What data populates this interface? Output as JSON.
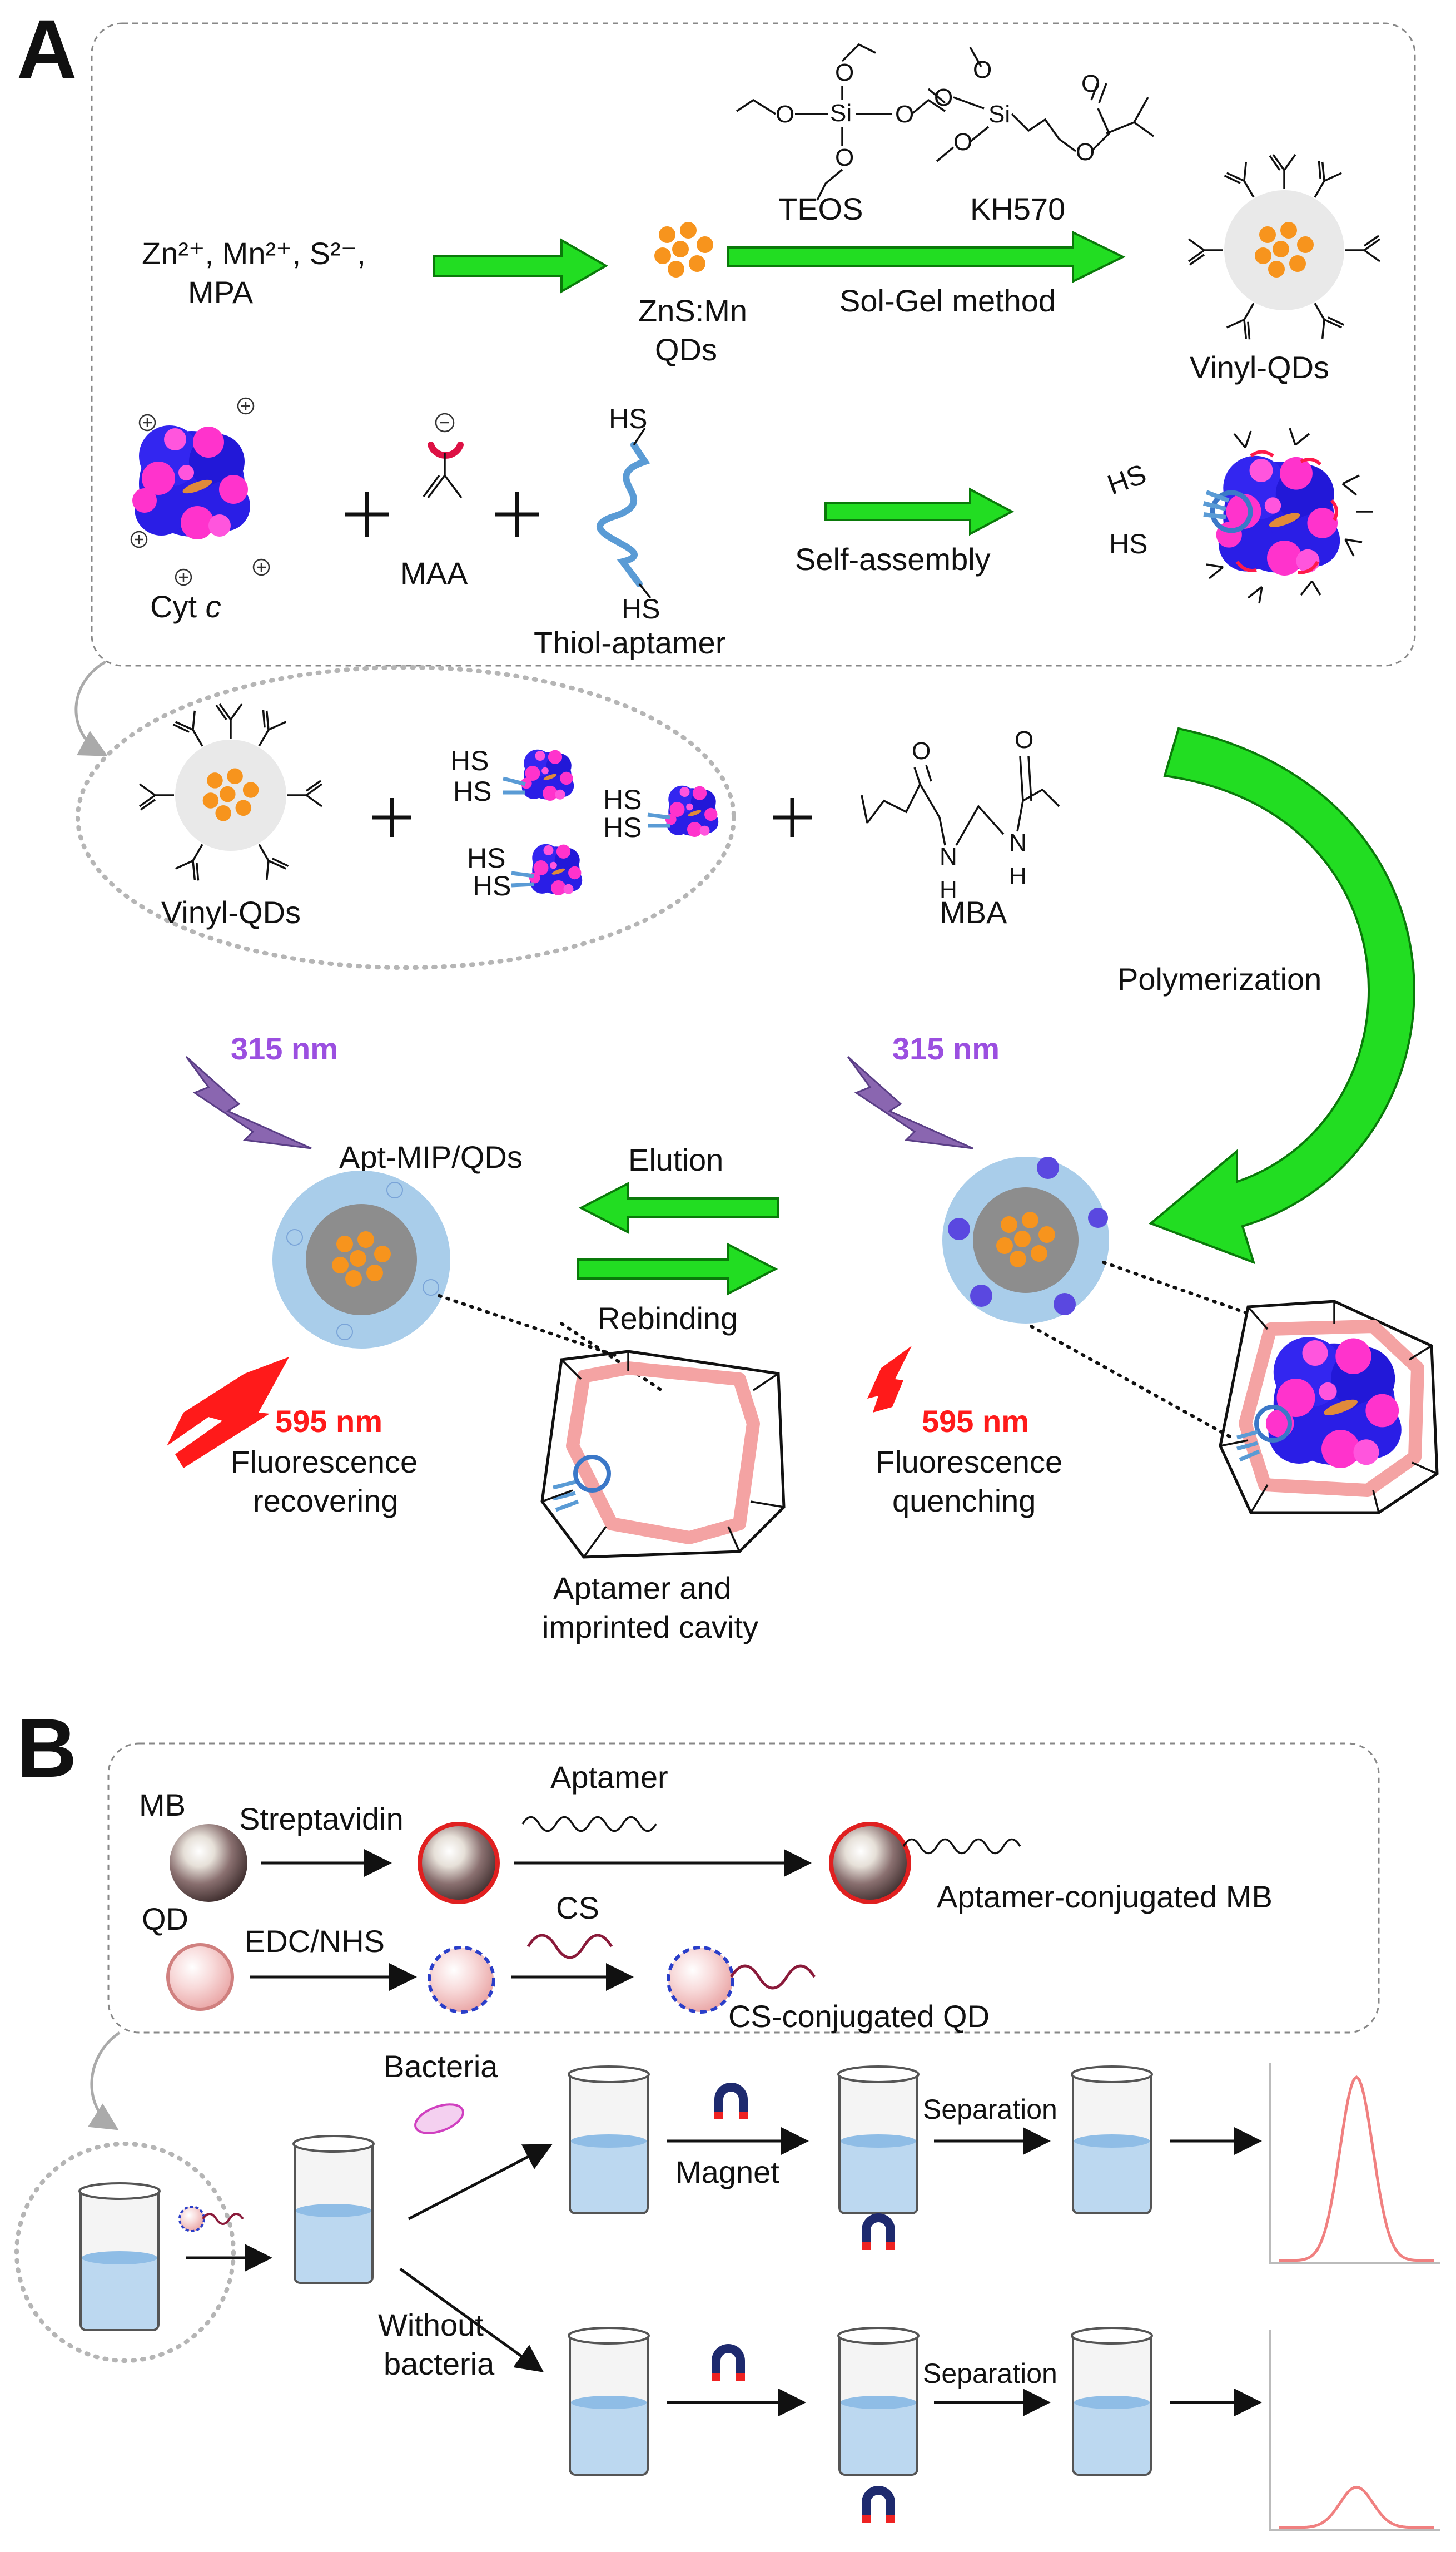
{
  "panels": {
    "a": "A",
    "b": "B"
  },
  "panel_a": {
    "reagents": {
      "line1_text": "Zn²⁺, Mn²⁺, S²⁻,",
      "line2_text": "MPA"
    },
    "qds": {
      "line1": "ZnS:Mn",
      "line2": "QDs"
    },
    "teos": "TEOS",
    "kh570": "KH570",
    "sol_gel": "Sol-Gel method",
    "vinyl_qds": "Vinyl-QDs",
    "cytc": {
      "name": "Cyt ",
      "italic": "c"
    },
    "maa": "MAA",
    "thiol_aptamer": "Thiol-aptamer",
    "hs": "HS",
    "self_assembly": "Self-assembly",
    "vinyl_qds_2": "Vinyl-QDs",
    "mba": "MBA",
    "polymerization": "Polymerization",
    "excitation_left": "315 nm",
    "excitation_right": "315 nm",
    "apt_mip": "Apt-MIP/QDs",
    "elution": "Elution",
    "rebinding": "Rebinding",
    "emission_left": "595 nm",
    "emission_right": "595 nm",
    "fluor_recover": {
      "line1": "Fluorescence",
      "line2": "recovering"
    },
    "fluor_quench": {
      "line1": "Fluorescence",
      "line2": "quenching"
    },
    "cavity": {
      "line1": "Aptamer and",
      "line2": "imprinted cavity"
    },
    "chem_atoms": {
      "si": "Si",
      "o": "O",
      "n": "N",
      "h": "H"
    }
  },
  "panel_b": {
    "mb": "MB",
    "streptavidin": "Streptavidin",
    "aptamer": "Aptamer",
    "aptamer_mb": "Aptamer-conjugated MB",
    "qd": "QD",
    "edc_nhs": "EDC/NHS",
    "cs": "CS",
    "cs_qd": "CS-conjugated QD",
    "bacteria": "Bacteria",
    "magnet": "Magnet",
    "separation_top": "Separation",
    "separation_bottom": "Separation",
    "without_bacteria": {
      "line1": "Without",
      "line2": "bacteria"
    }
  },
  "colors": {
    "arrow_green": "#22dd22",
    "excitation_purple": "#9b4fe0",
    "emission_red": "#ff1a1a",
    "qd_orange": "#f7941d",
    "shell_blue": "#a9cdea",
    "protein_blue": "#2a1ee6",
    "protein_magenta": "#ff33cc",
    "peak_red": "#f08080"
  },
  "spectra": {
    "with_bacteria_peak": 1.0,
    "without_bacteria_peak": 0.22
  }
}
